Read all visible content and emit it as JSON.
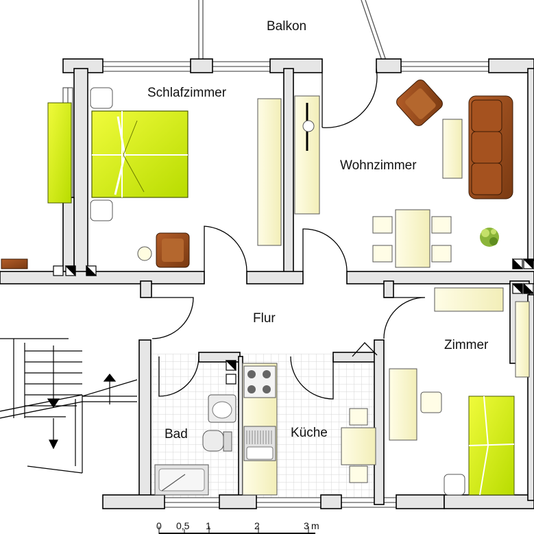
{
  "rooms": {
    "balkon": "Balkon",
    "schlafzimmer": "Schlafzimmer",
    "wohnzimmer": "Wohnzimmer",
    "flur": "Flur",
    "zimmer": "Zimmer",
    "bad": "Bad",
    "kueche": "Küche"
  },
  "scale_bar": {
    "ticks": [
      "0",
      "0,5",
      "1",
      "2",
      "3"
    ],
    "unit": "m"
  },
  "colors": {
    "wall_fill": "#e6e6e6",
    "wall_stroke": "#000000",
    "furniture_cream": "#fbf8d8",
    "bed_green": "#d9f20a",
    "sofa_brown": "#93471a",
    "tile_grid": "#d8d8d8"
  }
}
